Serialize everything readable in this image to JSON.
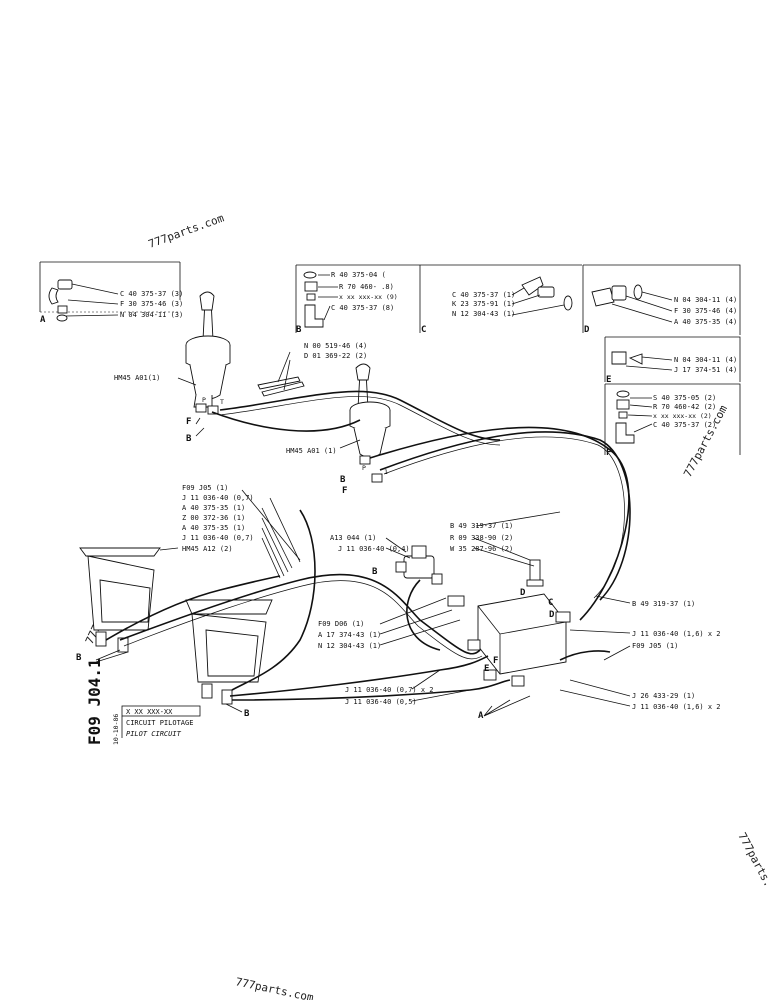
{
  "watermarks": [
    "777parts.com",
    "777parts.com",
    "777parts.com",
    "777parts.com",
    "777parts."
  ],
  "sheet_code": "F09 J04.1",
  "date_code": "10-10-86",
  "title_box": {
    "part_no": "X XX XXX-XX",
    "title_fr": "CIRCUIT PILOTAGE",
    "title_en": "PILOT CIRCUIT"
  },
  "panels": {
    "A": {
      "letter": "A",
      "labels": [
        "C 40 375-37 (3)",
        "F 30 375-46 (3)",
        "N 04 304-11 (3)"
      ]
    },
    "B": {
      "letter": "B",
      "labels": [
        "R 40 375-04 (",
        "R 70 460-    .8)",
        "x xx xxx-xx (9)",
        "C 40 375-37 (8)"
      ]
    },
    "C": {
      "letter": "C",
      "labels": [
        "C 40 375-37 (1)",
        "K 23 375-91 (1)",
        "N 12 304-43 (1)"
      ]
    },
    "D": {
      "letter": "D",
      "labels": [
        "N 04 304-11 (4)",
        "F 30 375-46 (4)",
        "A 40 375-35 (4)"
      ]
    },
    "E": {
      "letter": "E",
      "labels": [
        "N 04 304-11 (4)",
        "J 17 374-51 (4)"
      ]
    },
    "F": {
      "letter": "F",
      "labels": [
        "S 40 375-05 (2)",
        "R 70 460-42 (2)",
        "x xx xxx-xx (2)",
        "C 40 375-37 (2)"
      ]
    }
  },
  "callouts": {
    "n00": "N 00 519-46 (4)",
    "d01": "D 01 369-22 (2)",
    "hm45_left": "HM45  A01(1)",
    "hm45_right": "HM45  A01 (1)",
    "f09_j05_left": "F09  J05 (1)",
    "j11_07a": "J 11 036-40 (0,7)",
    "a40": "A 40 375-35 (1)",
    "z00": "Z 00 372-36 (1)",
    "a40b": "A 40 375-35 (1)",
    "j11_07b": "J 11 036-40 (0,7)",
    "hm45_a12": "HM45  A12  (2)",
    "a13": "A13  044 (1)",
    "j11_04": "J 11 036-40 (0,4)",
    "b49a": "B 49 319-37 (1)",
    "r09": "R 09 338-90 (2)",
    "w35": "W 35 287-96 (2)",
    "f09_d06": "F09  D06 (1)",
    "a17": "A 17 374-43 (1)",
    "n12": "N 12 304-43 (1)",
    "b49b": "B 49 319-37 (1)",
    "j11_16a": "J 11 036-40 (1,6) x 2",
    "f09_j05_right": "F09  J05 (1)",
    "j11_07x2": "J 11 036-40 (0,7) x 2",
    "j11_05": "J 11 036-40 (0,5)",
    "j26": "J 26 433-29 (1)",
    "j11_16b": "J 11 036-40 (1,6) x 2"
  },
  "letters": {
    "F": "F",
    "B": "B",
    "A": "A",
    "C": "C",
    "D": "D",
    "E": "E",
    "P": "P",
    "T": "T",
    "one": "1"
  }
}
